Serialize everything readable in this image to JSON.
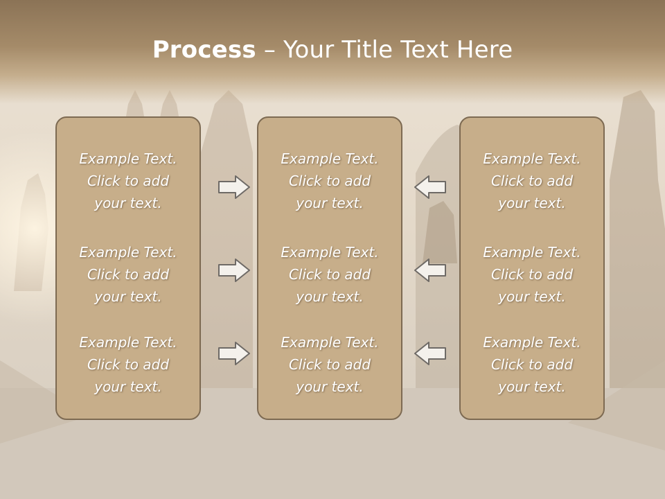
{
  "title": {
    "bold": "Process",
    "rest": " – Your Title Text Here"
  },
  "columns": [
    {
      "items": [
        {
          "line1": "Example Text.",
          "line2": "Click  to add",
          "line3": "your text."
        },
        {
          "line1": "Example Text.",
          "line2": "Click  to add",
          "line3": "your text."
        },
        {
          "line1": "Example Text.",
          "line2": "Click  to add",
          "line3": "your text."
        }
      ]
    },
    {
      "items": [
        {
          "line1": "Example Text.",
          "line2": "Click  to add",
          "line3": "your text."
        },
        {
          "line1": "Example Text.",
          "line2": "Click  to add",
          "line3": "your text."
        },
        {
          "line1": "Example Text.",
          "line2": "Click  to add",
          "line3": "your text."
        }
      ]
    },
    {
      "items": [
        {
          "line1": "Example Text.",
          "line2": "Click  to add",
          "line3": "your text."
        },
        {
          "line1": "Example Text.",
          "line2": "Click  to add",
          "line3": "your text."
        },
        {
          "line1": "Example Text.",
          "line2": "Click  to add",
          "line3": "your text."
        }
      ]
    }
  ],
  "arrows": {
    "left_group": "right-arrow-icon",
    "right_group": "left-arrow-icon"
  },
  "colors": {
    "box_fill": "#c7ae8a",
    "box_border": "#7d6a52",
    "title_band": "#a58b69",
    "text": "#ffffff"
  }
}
